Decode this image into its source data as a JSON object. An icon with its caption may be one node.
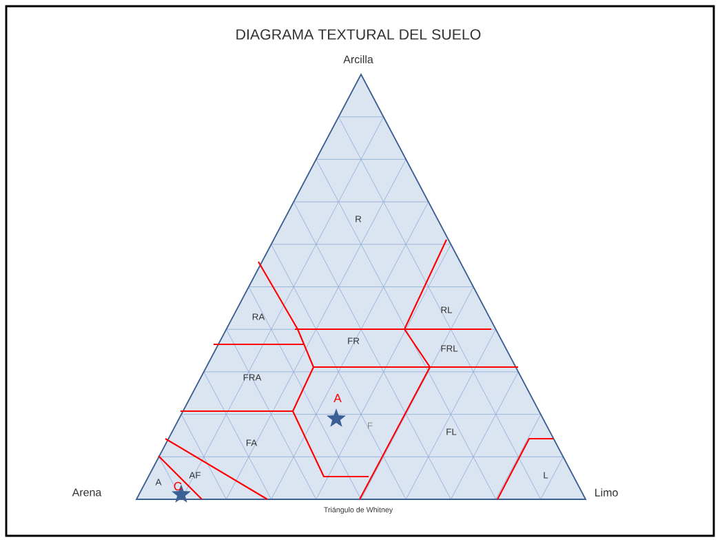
{
  "diagram": {
    "title": "DIAGRAMA TEXTURAL DEL SUELO",
    "caption": "Triángulo de Whitney",
    "labels": [
      "Arcilla",
      "R",
      "RA",
      "RL",
      "FR",
      "FRL",
      "FRA",
      "A",
      "F",
      "FA",
      "FL",
      "A",
      "AF",
      "L",
      "C",
      "Arena",
      "Limo"
    ]
  }
}
